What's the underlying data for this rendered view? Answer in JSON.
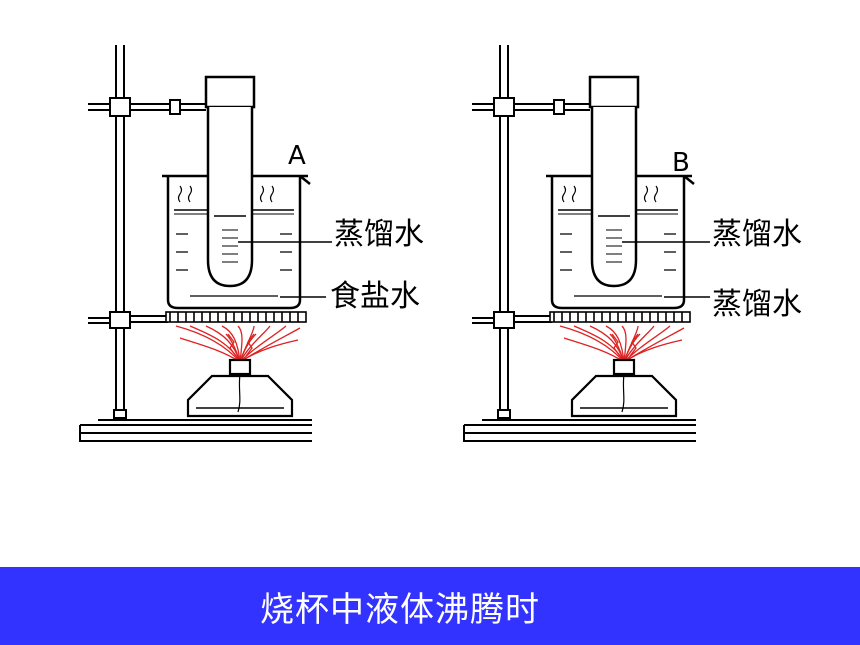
{
  "setups": [
    {
      "id": "A",
      "letter": "A",
      "inner_label": "蒸馏水",
      "outer_label": "食盐水"
    },
    {
      "id": "B",
      "letter": "B",
      "inner_label": "蒸馏水",
      "outer_label": "蒸馏水"
    }
  ],
  "caption": "烧杯中液体沸腾时",
  "colors": {
    "banner": "#3333ff",
    "flame": "#dd2222",
    "line": "#000000"
  }
}
